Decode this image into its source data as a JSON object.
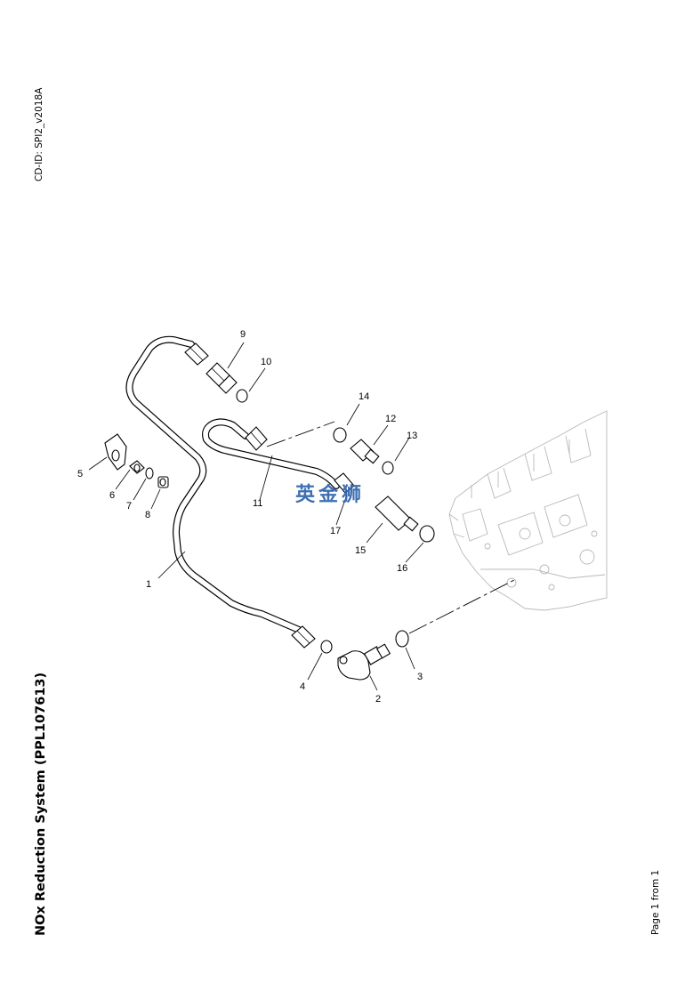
{
  "document": {
    "cd_id": "CD-ID: SPI2_v2018A",
    "title": "NOx Reduction System (PPL107613)",
    "page": "Page 1 from 1"
  },
  "watermark": {
    "text": "英金狮",
    "color": "#2e63ad"
  },
  "diagram": {
    "callouts": [
      "1",
      "2",
      "3",
      "4",
      "5",
      "6",
      "7",
      "8",
      "9",
      "10",
      "11",
      "12",
      "13",
      "14",
      "15",
      "16",
      "17"
    ]
  }
}
